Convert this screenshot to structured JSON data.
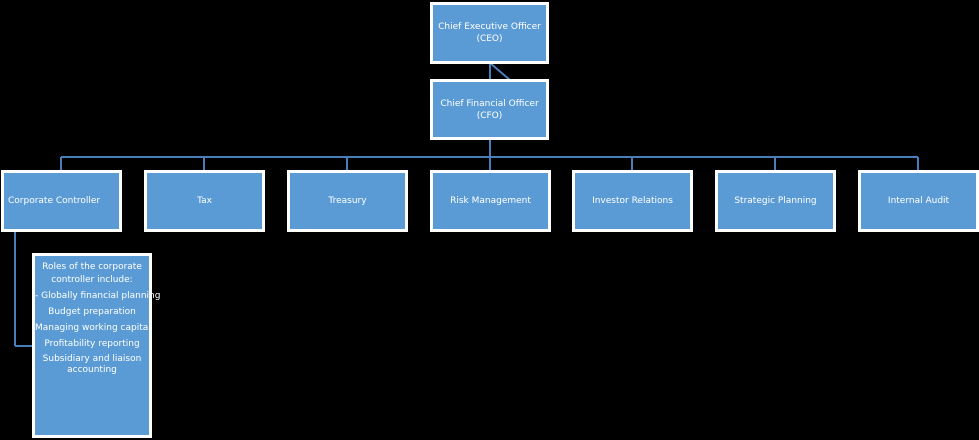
{
  "colors": {
    "background": "#000000",
    "box_fill": "#5b9bd5",
    "box_border": "#ffffff",
    "connector": "#4a7ebb"
  },
  "ceo": {
    "line1": "Chief  Executive  Officer",
    "line2": "(CEO)"
  },
  "cfo": {
    "line1": "Chief  Financial  Officer",
    "line2": "(CFO)"
  },
  "departments": [
    {
      "label": "Corporate   Controller"
    },
    {
      "label": "Tax"
    },
    {
      "label": "Treasury"
    },
    {
      "label": "Risk Management"
    },
    {
      "label": "Investor  Relations"
    },
    {
      "label": "Strategic  Planning"
    },
    {
      "label": "Internal  Audit"
    }
  ],
  "controller_roles": {
    "intro_line1": "Roles  of  the  corporate",
    "intro_line2": "controller   include:",
    "items": [
      "- Globally  financial  planning",
      "Budget  preparation",
      "Managing working  capital",
      "Profitability   reporting",
      "Subsidiary  and liaison"
    ],
    "items_continued": "accounting"
  }
}
